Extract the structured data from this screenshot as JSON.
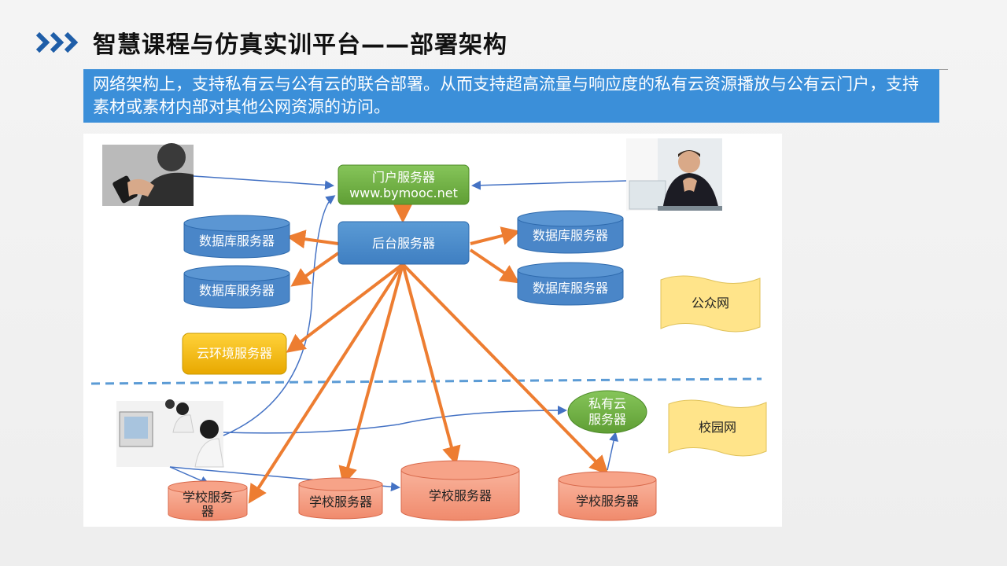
{
  "header": {
    "title": "智慧课程与仿真实训平台——部署架构"
  },
  "banner": {
    "text": "网络架构上，支持私有云与公有云的联合部署。从而支持超高流量与响应度的私有云资源播放与公有云门户，支持素材或素材内部对其他公网资源的访问。"
  },
  "diagram": {
    "portal_server": {
      "line1": "门户服务器",
      "line2": "www.bymooc.net"
    },
    "backend_server": "后台服务器",
    "db_server_left_1": "数据库服务器",
    "db_server_left_2": "数据库服务器",
    "db_server_right_1": "数据库服务器",
    "db_server_right_2": "数据库服务器",
    "cloud_env_server": "云环境服务器",
    "public_network": "公众网",
    "campus_network": "校园网",
    "private_cloud_server": {
      "line1": "私有云",
      "line2": "服务器"
    },
    "school_server_1": {
      "line1": "学校服务",
      "line2": "器"
    },
    "school_server_2": "学校服务器",
    "school_server_3": "学校服务器",
    "school_server_4": "学校服务器",
    "colors": {
      "blue_node": "#4a86c8",
      "green_node": "#6fae3f",
      "yellow_node": "#f2b90f",
      "salmon_node": "#f4957a",
      "orange_arrow": "#ed7d31",
      "blue_arrow": "#4472c4",
      "flag_fill": "#ffe48a",
      "dashed_line": "#5b9bd5"
    },
    "images": [
      "phone-user-photo",
      "businessman-photo",
      "computer-lab-photo"
    ]
  }
}
